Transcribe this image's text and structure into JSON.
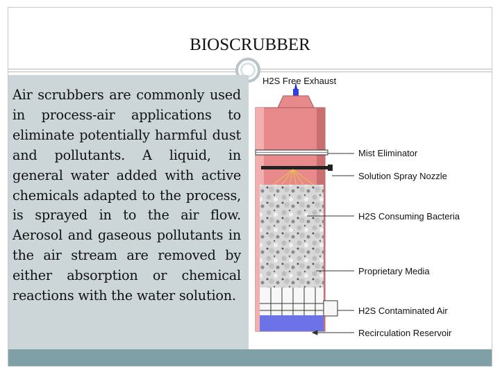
{
  "slide": {
    "title": "BIOSCRUBBER",
    "body": "Air scrubbers are commonly used in process-air applications to eliminate potentially harmful dust and pollutants. A liquid, in general water added with active chemicals adapted to the process, is sprayed in to the air flow. Aerosol and gaseous pollutants in the air stream are removed by either absorption or chemical reactions with the water solution."
  },
  "diagram": {
    "top_label": "H2S Free Exhaust",
    "labels": [
      "Mist Eliminator",
      "Solution Spray Nozzle",
      "H2S Consuming Bacteria",
      "Proprietary Media",
      "H2S Contaminated Air",
      "Recirculation Reservoir"
    ]
  },
  "colors": {
    "panel": "#ccd6d9",
    "bottom_bar": "#7fa0a6",
    "tower_red": "#e8898c",
    "reservoir_blue": "#6b73e6"
  }
}
